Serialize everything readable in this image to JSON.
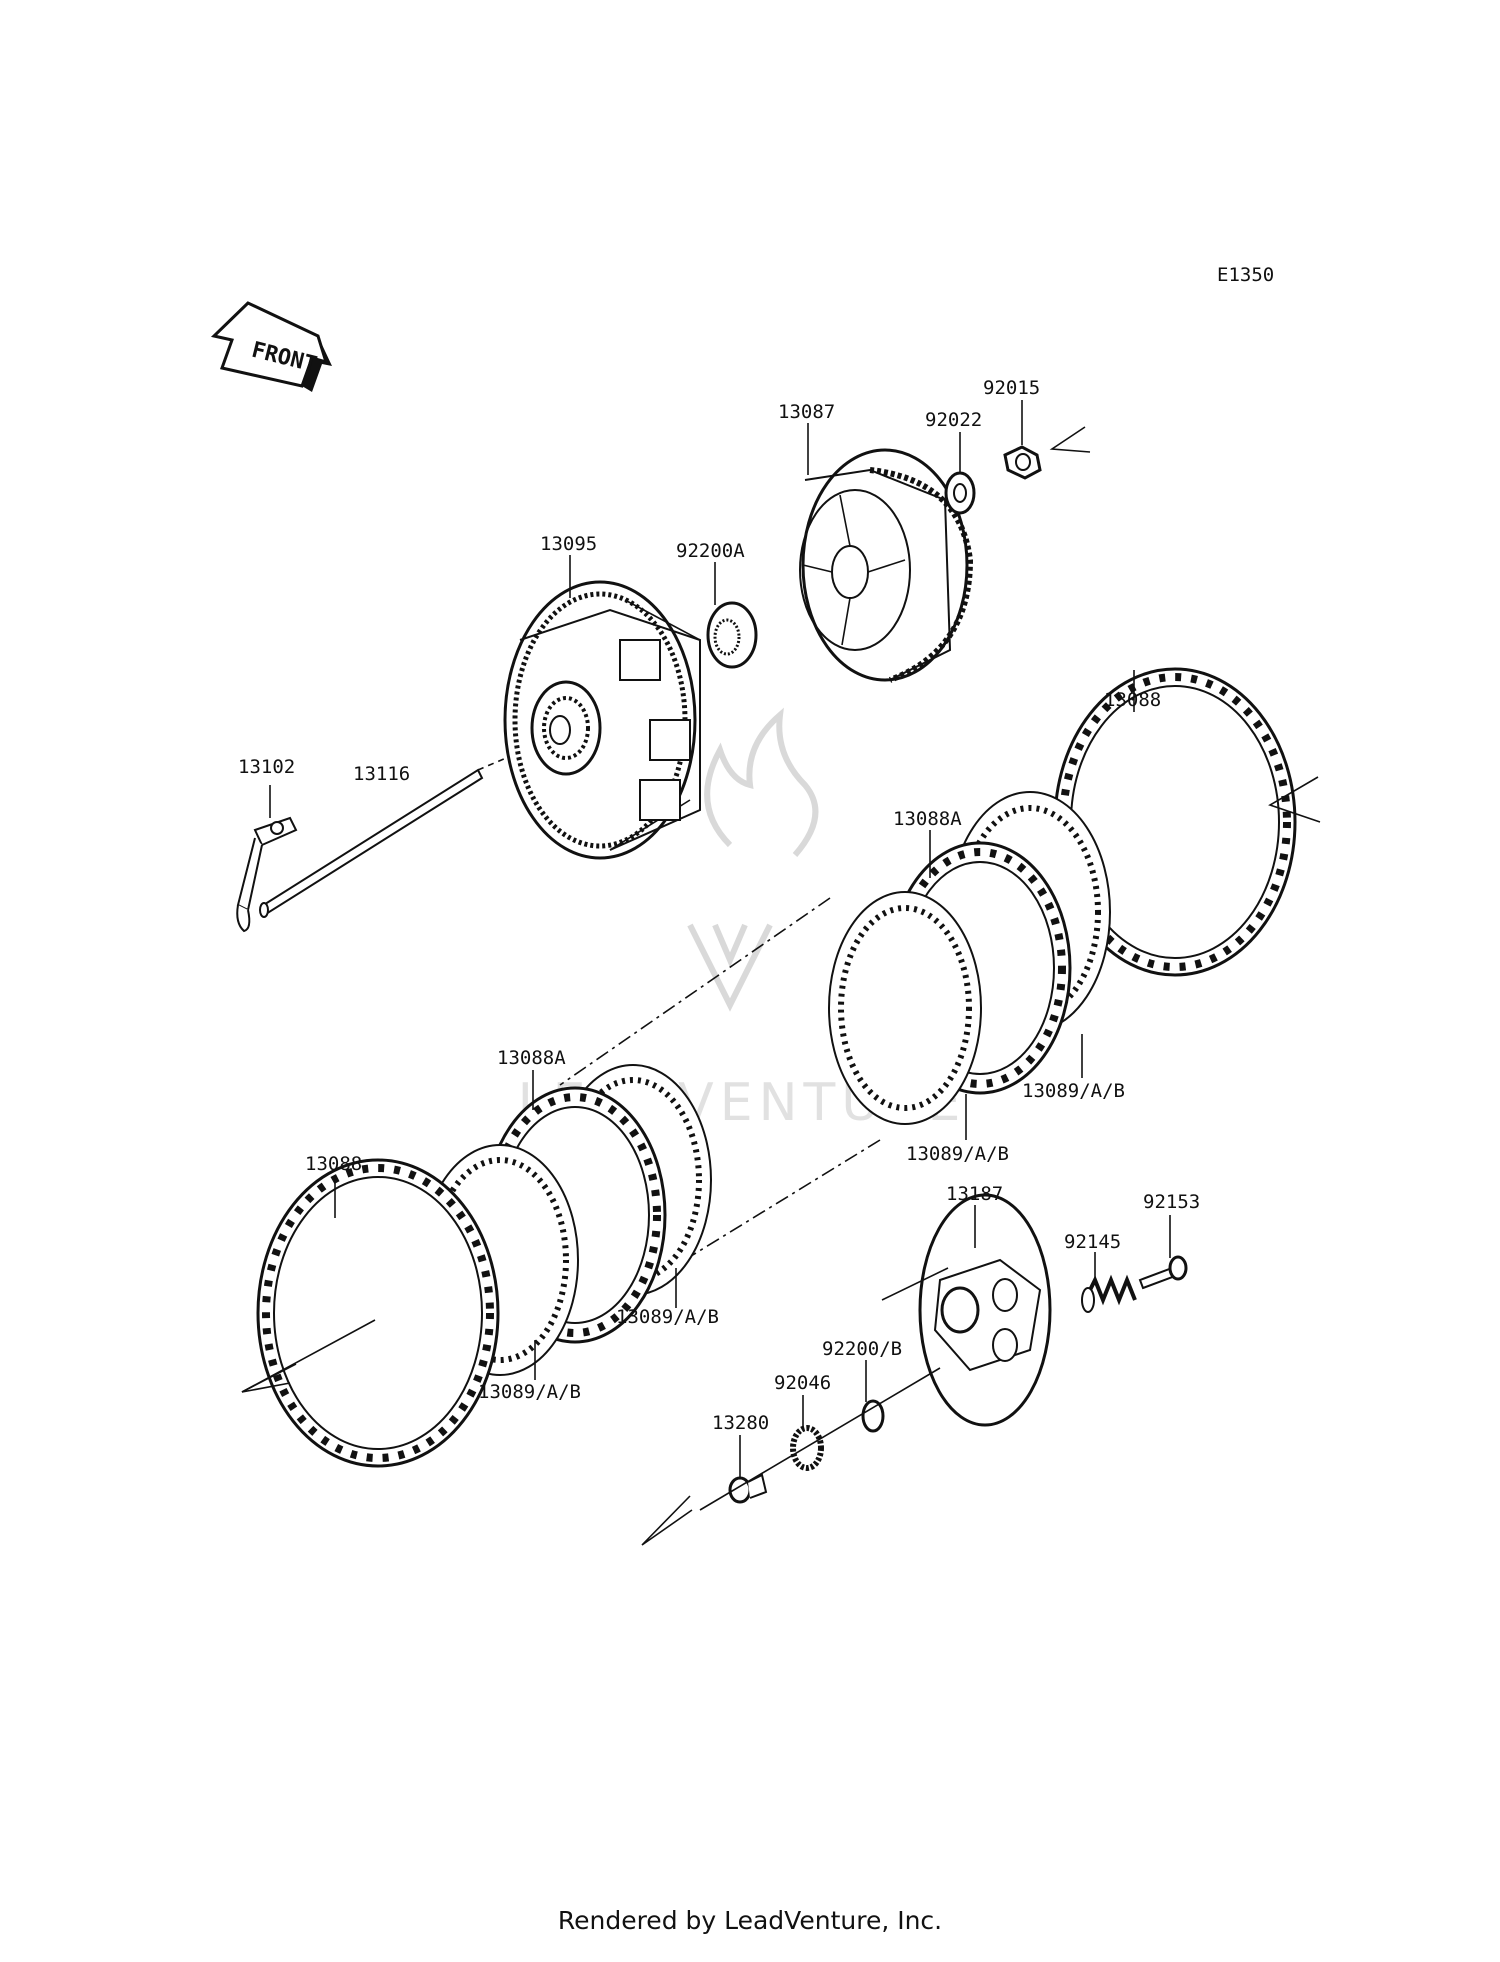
{
  "diagram_code": "E1350",
  "front_label": "FRONT",
  "watermark_text": "LEADVENTURE",
  "footer_text": "Rendered by LeadVenture, Inc.",
  "parts": {
    "p13087": "13087",
    "p92022": "92022",
    "p92015": "92015",
    "p13095": "13095",
    "p92200a": "92200A",
    "p13088_top": "13088",
    "p13102": "13102",
    "p13116": "13116",
    "p13088a_top": "13088A",
    "p13089_r1": "13089/A/B",
    "p13089_r2": "13089/A/B",
    "p13088a_left": "13088A",
    "p13088_left": "13088",
    "p13089_l1": "13089/A/B",
    "p13089_l2": "13089/A/B",
    "p13187": "13187",
    "p92153": "92153",
    "p92145": "92145",
    "p92200b": "92200/B",
    "p92046": "92046",
    "p13280": "13280"
  },
  "colors": {
    "ink": "#111111",
    "watermark": "#d9d9d9",
    "background": "#ffffff"
  }
}
